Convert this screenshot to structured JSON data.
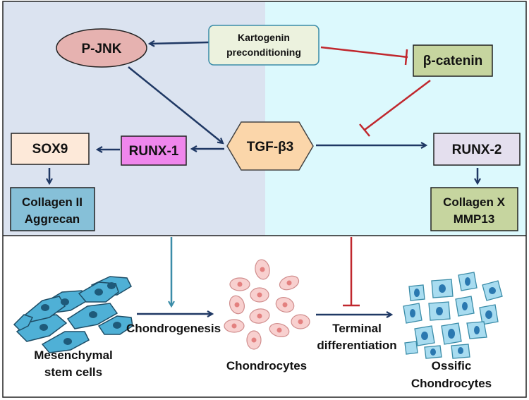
{
  "colors": {
    "left_panel": "#dbe3f0",
    "right_panel": "#dcf9fd",
    "activation": "#1f3864",
    "inhibition": "#c0272d",
    "teal_arrow": "#3a8ca8"
  },
  "nodes": {
    "kartogenin": {
      "line1": "Kartogenin",
      "line2": "preconditioning"
    },
    "pjnk": "P-JNK",
    "beta_catenin": "β-catenin",
    "tgf": "TGF-β3",
    "runx1": "RUNX-1",
    "sox9": "SOX9",
    "runx2": "RUNX-2",
    "collagen_ii": {
      "line1": "Collagen II",
      "line2": "Aggrecan"
    },
    "collagen_x": {
      "line1": "Collagen X",
      "line2": "MMP13"
    }
  },
  "bottom": {
    "msc": {
      "line1": "Mesenchymal",
      "line2": "stem cells"
    },
    "chondrogenesis": "Chondrogenesis",
    "chondrocytes": "Chondrocytes",
    "terminal": {
      "line1": "Terminal",
      "line2": "differentiation"
    },
    "ossific": {
      "line1": "Ossific",
      "line2": "Chondrocytes"
    }
  }
}
